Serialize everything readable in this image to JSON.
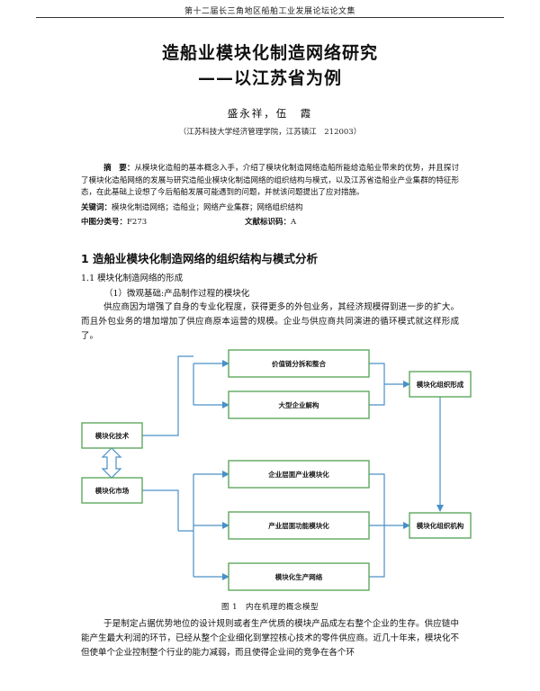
{
  "running_head": "第十二届长三角地区船舶工业发展论坛论文集",
  "title": {
    "line1": "造船业模块化制造网络研究",
    "line2": "——以江苏省为例"
  },
  "authors": "盛永祥，伍　霞",
  "affiliation": "（江苏科技大学经济管理学院，江苏镇江　212003）",
  "abstract": {
    "label": "摘　要：",
    "text": "从模块化造船的基本概念入手，介绍了模块化制造网络造船所能给造船业带来的优势，并且探讨了模块化造船网络的发展与研究造船业模块化制造网络的组织结构与模式，以及江苏省造船业产业集群的特征形态，在此基础上设想了今后船舶发展可能遇到的问题，并就该问题提出了应对措施。"
  },
  "keywords": {
    "label": "关键词：",
    "text": "模块化制造网络；造船业；网络产业集群；网络组织结构"
  },
  "clc": {
    "label": "中图分类号：",
    "value": "F273"
  },
  "doc_id": {
    "label": "文献标识码：",
    "value": "A"
  },
  "section1": {
    "heading": "1 造船业模块化制造网络的组织结构与模式分析",
    "sub": "1.1  模块化制造网络的形成",
    "subsub": "（1）微观基础:产品制作过程的模块化",
    "para": "供应商因为增强了自身的专业化程度，获得更多的外包业务，其经济规模得到进一步的扩大。而且外包业务的增加增加了供应商原本运营的规模。企业与供应商共同演进的循环模式就这样形成了。"
  },
  "figure": {
    "boxes": {
      "tech": "模块化技术",
      "market": "模块化市场",
      "value_chain": "价值链分拆和整合",
      "large_firm": "大型企业解构",
      "firm_industry": "企业层面产业模块化",
      "industry_function": "产业层面功能模块化",
      "production_network": "模块化生产网络",
      "org_form": "模块化组织形成",
      "org_body": "模块化组织机构"
    },
    "caption": "图 1　内在机理的概念模型",
    "line_color": "#4a90c8",
    "box_border": "#5fa85f"
  },
  "para2": "于是制定占据优势地位的设计规则或者生产优质的模块产品成左右整个企业的生存。供应链中能产生最大利润的环节，已经从整个企业细化到掌控核心技术的零件供应商。近几十年来，模块化不但使单个企业控制整个行业的能力减弱，而且使得企业间的竞争在各个环"
}
